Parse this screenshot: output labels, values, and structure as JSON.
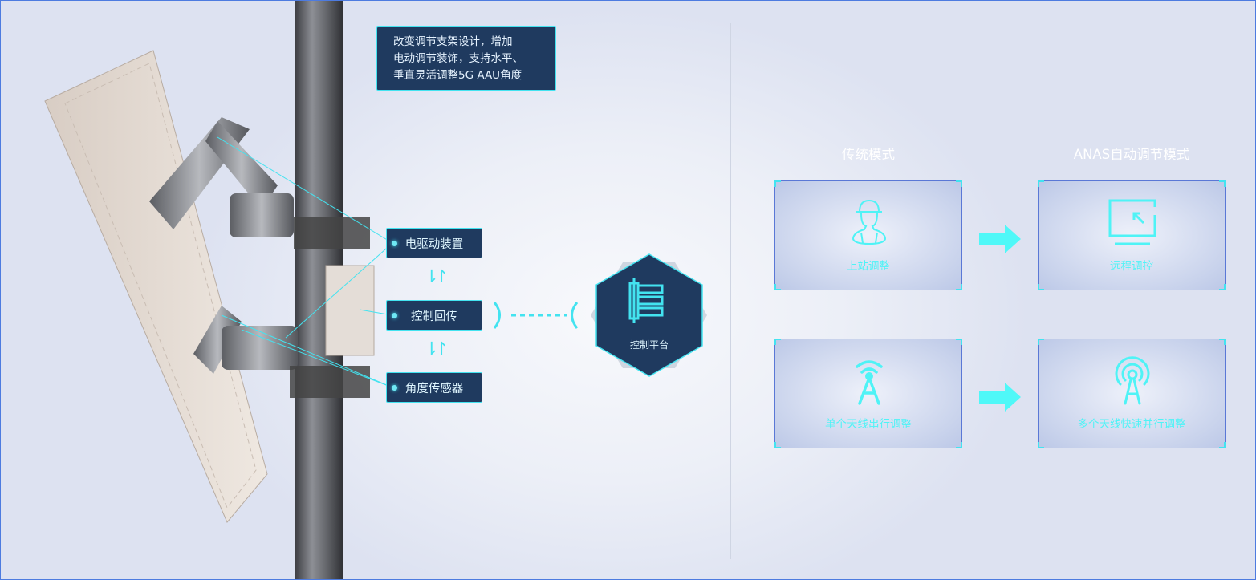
{
  "info_box": {
    "lines": [
      "改变调节支架设计，增加",
      "电动调节装饰，支持水平、",
      "垂直灵活调整5G AAU角度"
    ]
  },
  "components": [
    {
      "label": "电驱动装置"
    },
    {
      "label": "控制回传"
    },
    {
      "label": "角度传感器"
    }
  ],
  "platform": {
    "label": "控制平台",
    "icon": "platform-icon"
  },
  "comparison": {
    "traditional_title": "传统模式",
    "anas_title": "ANAS自动调节模式",
    "rows": [
      {
        "left": {
          "label": "上站调整",
          "icon": "worker-icon"
        },
        "right": {
          "label": "远程调控",
          "icon": "remote-monitor-icon"
        }
      },
      {
        "left": {
          "label": "单个天线串行调整",
          "icon": "single-tower-icon"
        },
        "right": {
          "label": "多个天线快速并行调整",
          "icon": "multi-tower-icon"
        }
      }
    ]
  },
  "colors": {
    "accent": "#43e3f0",
    "dark": "#1f3a5f",
    "border": "#4d7be0"
  }
}
